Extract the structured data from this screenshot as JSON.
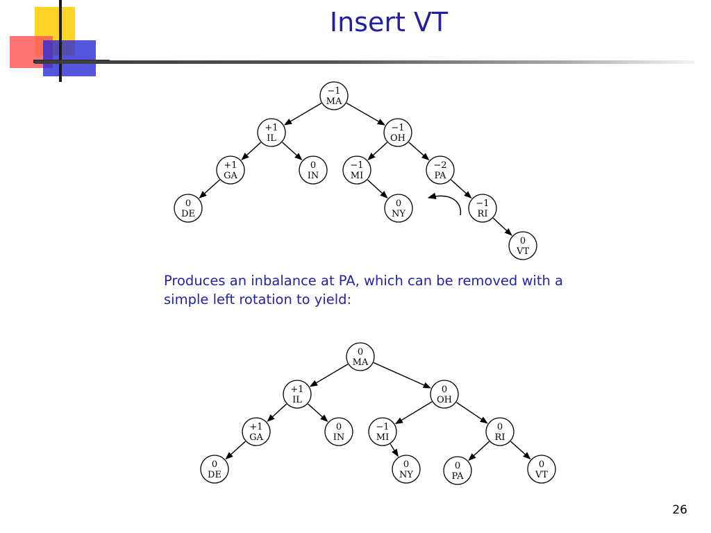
{
  "slide": {
    "title": "Insert VT",
    "caption_lines": [
      "Produces an inbalance at PA, which can be removed with a",
      "simple left rotation to yield:"
    ],
    "page_number": "26",
    "colors": {
      "title": "#1f1f9f",
      "caption": "#2323a6",
      "deco_yellow": "#ffd21a",
      "deco_red": "#ff4d4d",
      "deco_blue": "#2b2bd6"
    }
  },
  "trees": [
    {
      "name": "before-rotation",
      "nodes": [
        {
          "id": "MA",
          "label": "MA",
          "balance": "−1"
        },
        {
          "id": "IL",
          "label": "IL",
          "balance": "+1"
        },
        {
          "id": "OH",
          "label": "OH",
          "balance": "−1"
        },
        {
          "id": "GA",
          "label": "GA",
          "balance": "+1"
        },
        {
          "id": "IN",
          "label": "IN",
          "balance": "0"
        },
        {
          "id": "MI",
          "label": "MI",
          "balance": "−1"
        },
        {
          "id": "PA",
          "label": "PA",
          "balance": "−2"
        },
        {
          "id": "DE",
          "label": "DE",
          "balance": "0"
        },
        {
          "id": "NY",
          "label": "NY",
          "balance": "0"
        },
        {
          "id": "RI",
          "label": "RI",
          "balance": "−1"
        },
        {
          "id": "VT",
          "label": "VT",
          "balance": "0"
        }
      ],
      "edges": [
        [
          "MA",
          "IL"
        ],
        [
          "MA",
          "OH"
        ],
        [
          "IL",
          "GA"
        ],
        [
          "IL",
          "IN"
        ],
        [
          "GA",
          "DE"
        ],
        [
          "OH",
          "MI"
        ],
        [
          "OH",
          "PA"
        ],
        [
          "MI",
          "NY"
        ],
        [
          "PA",
          "RI"
        ],
        [
          "RI",
          "VT"
        ]
      ],
      "rotation_arrow": true
    },
    {
      "name": "after-rotation",
      "nodes": [
        {
          "id": "MA",
          "label": "MA",
          "balance": "0"
        },
        {
          "id": "IL",
          "label": "IL",
          "balance": "+1"
        },
        {
          "id": "OH",
          "label": "OH",
          "balance": "0"
        },
        {
          "id": "GA",
          "label": "GA",
          "balance": "+1"
        },
        {
          "id": "IN",
          "label": "IN",
          "balance": "0"
        },
        {
          "id": "MI",
          "label": "MI",
          "balance": "−1"
        },
        {
          "id": "RI",
          "label": "RI",
          "balance": "0"
        },
        {
          "id": "DE",
          "label": "DE",
          "balance": "0"
        },
        {
          "id": "NY",
          "label": "NY",
          "balance": "0"
        },
        {
          "id": "PA",
          "label": "PA",
          "balance": "0"
        },
        {
          "id": "VT",
          "label": "VT",
          "balance": "0"
        }
      ],
      "edges": [
        [
          "MA",
          "IL"
        ],
        [
          "MA",
          "OH"
        ],
        [
          "IL",
          "GA"
        ],
        [
          "IL",
          "IN"
        ],
        [
          "GA",
          "DE"
        ],
        [
          "OH",
          "MI"
        ],
        [
          "OH",
          "RI"
        ],
        [
          "MI",
          "NY"
        ],
        [
          "RI",
          "PA"
        ],
        [
          "RI",
          "VT"
        ]
      ],
      "rotation_arrow": false
    }
  ]
}
